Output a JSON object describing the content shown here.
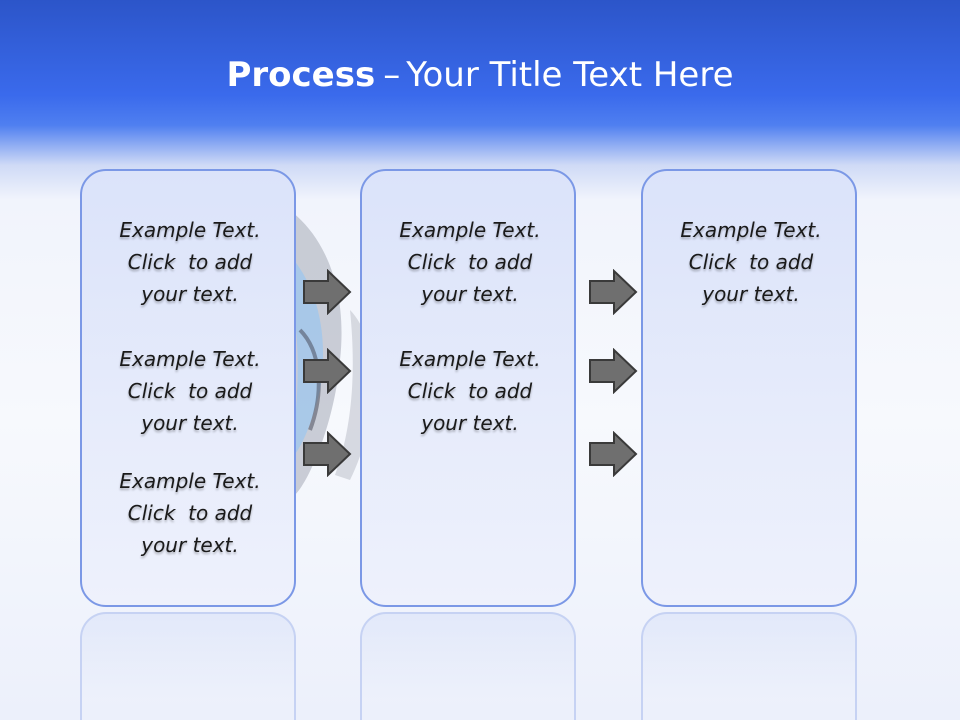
{
  "header": {
    "title_bold": "Process",
    "title_dash": "–",
    "title_rest": "Your Title Text Here"
  },
  "columns": [
    {
      "items": [
        {
          "l1": "Example Text.",
          "l2": "Click  to add",
          "l3": "your text."
        },
        {
          "l1": "Example Text.",
          "l2": "Click  to add",
          "l3": "your text."
        },
        {
          "l1": "Example Text.",
          "l2": "Click  to add",
          "l3": "your text."
        }
      ]
    },
    {
      "items": [
        {
          "l1": "Example Text.",
          "l2": "Click  to add",
          "l3": "your text."
        },
        {
          "l1": "Example Text.",
          "l2": "Click  to add",
          "l3": "your text."
        }
      ]
    },
    {
      "items": [
        {
          "l1": "Example Text.",
          "l2": "Click  to add",
          "l3": "your text."
        }
      ]
    }
  ],
  "colors": {
    "header_blue": "#3a6aec",
    "box_border": "#7b98e6",
    "arrow_fill": "#6f6f6f"
  }
}
